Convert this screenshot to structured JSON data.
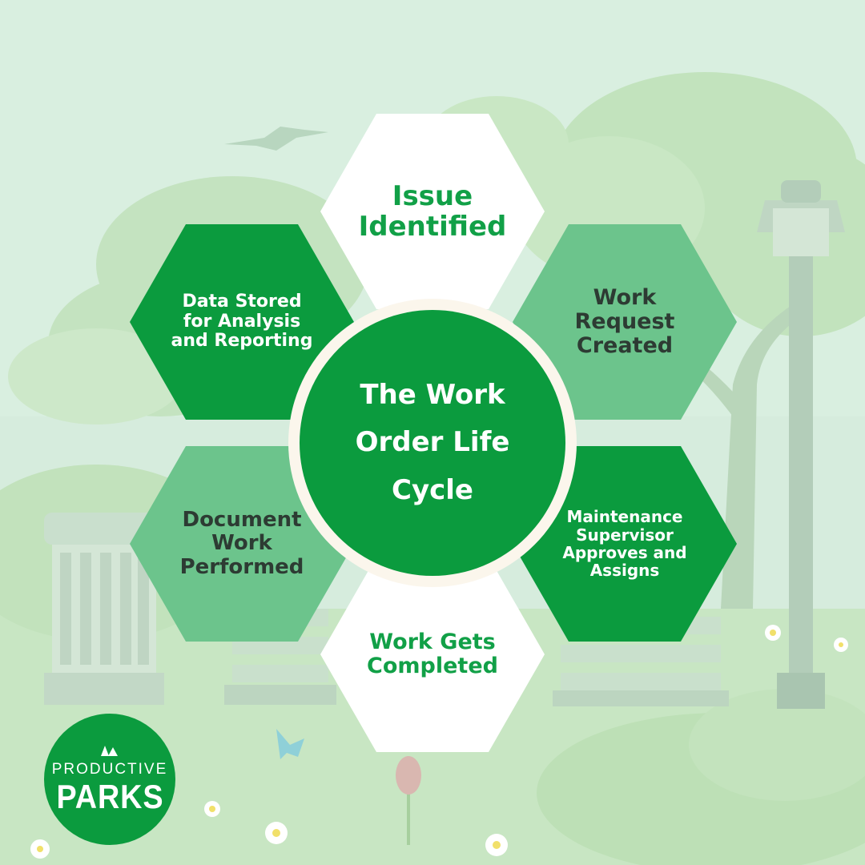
{
  "diagram": {
    "center_label": "The Work Order Life Cycle",
    "steps": [
      {
        "label": "Issue Identified"
      },
      {
        "label": "Work Request Created"
      },
      {
        "label": "Maintenance Supervisor Approves and Assigns"
      },
      {
        "label": "Work Gets Completed"
      },
      {
        "label": "Document Work Performed"
      },
      {
        "label": "Data Stored for Analysis and Reporting"
      }
    ]
  },
  "logo": {
    "line1": "PRODUCTIVE",
    "line2": "PARKS"
  },
  "colors": {
    "primary_green": "#0b9b3e",
    "light_green": "#6cc48c",
    "background": "#d6ecdd",
    "ring": "#fbf6ec",
    "dark_text": "#2d3b33"
  }
}
